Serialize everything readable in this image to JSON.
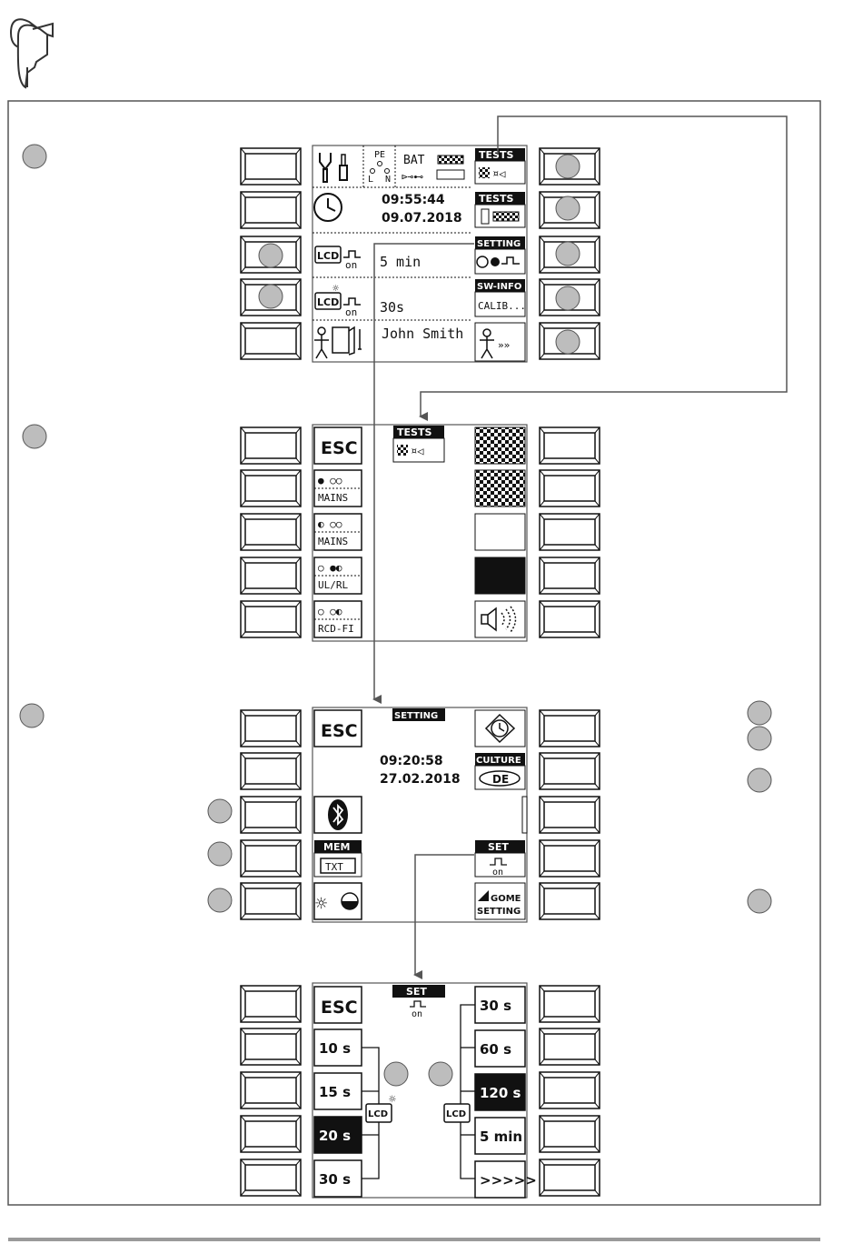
{
  "colors": {
    "ink": "#111111",
    "frame": "#555555",
    "marker": "#bdbdbd",
    "footer": "#9a9a9a"
  },
  "screen1": {
    "pe": "PE",
    "l": "L",
    "n": "N",
    "bat": "BAT",
    "tests1": "TESTS",
    "tests2": "TESTS",
    "time": "09:55:44",
    "date": "09.07.2018",
    "setting": "SETTING",
    "sleep": "5 min",
    "backlight": "30s",
    "swinfo": "SW-INFO",
    "calib": "CALIB...",
    "user": "John Smith",
    "more": "»»",
    "lcd1": "LCD",
    "lcd2": "LCD",
    "on1": "on",
    "on2": "on"
  },
  "screen2": {
    "esc": "ESC",
    "tests": "TESTS",
    "leds": [
      {
        "dots": "● ○○",
        "label": "MAINS"
      },
      {
        "dots": "◐ ○○",
        "label": "MAINS"
      },
      {
        "dots": "○ ●◐",
        "label": "UL/RL"
      },
      {
        "dots": "○ ○◐",
        "label": "RCD-FI"
      }
    ]
  },
  "screen3": {
    "esc": "ESC",
    "setting": "SETTING",
    "time": "09:20:58",
    "date": "27.02.2018",
    "culture": "CULTURE",
    "lang": "DE",
    "mem": "MEM",
    "txt": "TXT",
    "set": "SET",
    "on": "on",
    "gome": "GOME",
    "gome_setting": "SETTING"
  },
  "screen4": {
    "esc": "ESC",
    "set": "SET",
    "on": "on",
    "lcd_left": "LCD",
    "lcd_right": "LCD",
    "left_options": [
      "10 s",
      "15 s",
      "20 s",
      "30 s"
    ],
    "left_selected": 2,
    "right_options": [
      "30 s",
      "60 s",
      "120 s",
      "5 min",
      ">>>>>"
    ],
    "right_selected": 2
  }
}
